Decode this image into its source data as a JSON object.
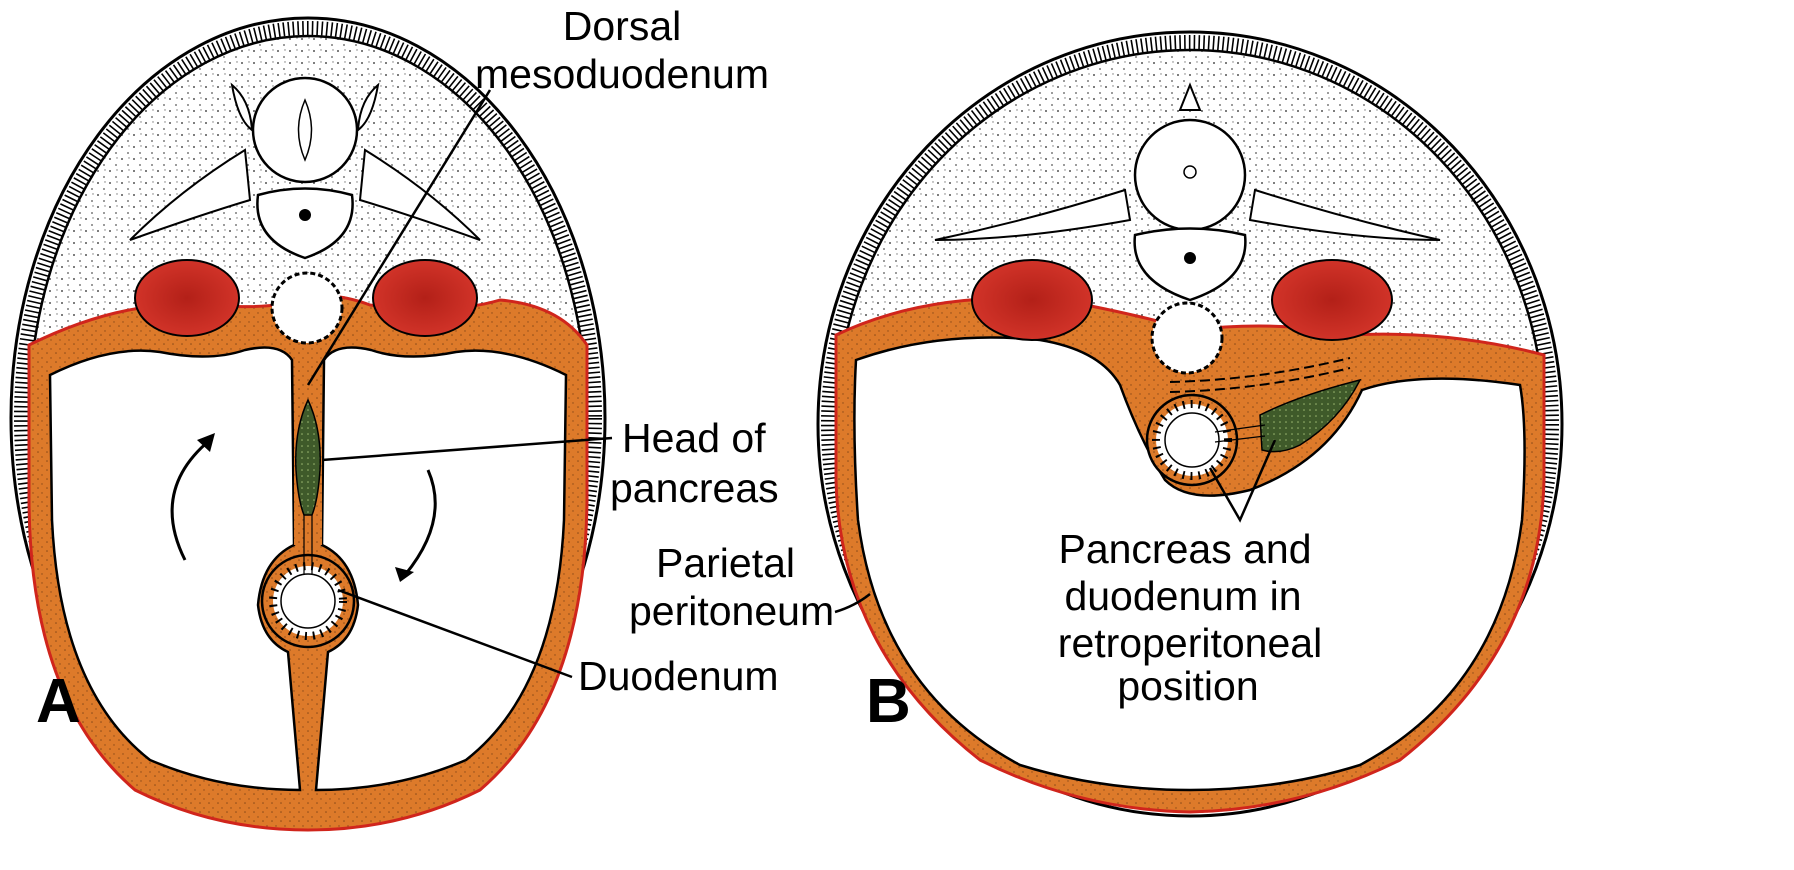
{
  "panels": [
    {
      "letter": "A"
    },
    {
      "letter": "B"
    }
  ],
  "labels": {
    "dorsal_mesoduodenum": [
      "Dorsal",
      "mesoduodenum"
    ],
    "head_of_pancreas": [
      "Head of",
      "pancreas"
    ],
    "parietal_peritoneum": [
      "Parietal",
      "peritoneum"
    ],
    "duodenum": "Duodenum",
    "retroperitoneal": [
      "Pancreas and",
      "duodenum in",
      "retroperitoneal",
      "position"
    ]
  },
  "colors": {
    "peritoneum": "#dd7a2a",
    "peritoneum_edge": "#d0251c",
    "kidney": "#c8261f",
    "pancreas": "#3f5a2a",
    "skin": "#000000",
    "background": "#ffffff"
  }
}
